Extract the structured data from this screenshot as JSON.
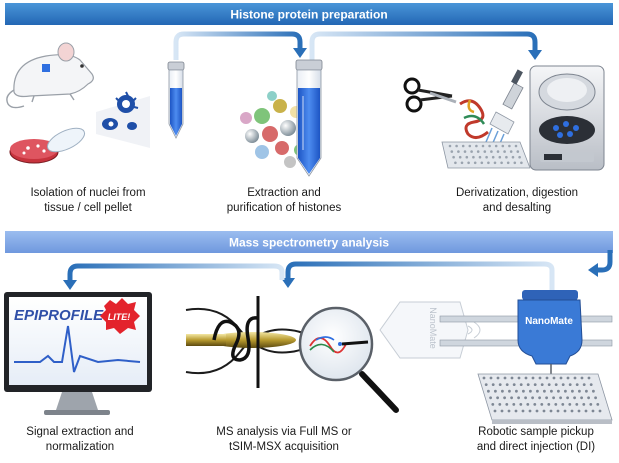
{
  "banners": {
    "histone_prep": "Histone protein preparation",
    "mass_spec": "Mass spectrometry analysis"
  },
  "steps": {
    "isolation": {
      "line1": "Isolation of nuclei from",
      "line2": "tissue / cell pellet"
    },
    "extraction": {
      "line1": "Extraction and",
      "line2": "purification of histones"
    },
    "derivatization": {
      "line1": "Derivatization, digestion",
      "line2": "and desalting"
    },
    "signal": {
      "line1": "Signal extraction and",
      "line2": "normalization"
    },
    "ms_analysis": {
      "line1": "MS analysis via Full MS or",
      "line2": "tSIM-MSX acquisition"
    },
    "robotic": {
      "line1": "Robotic sample pickup",
      "line2": "and direct injection (DI)"
    }
  },
  "labels": {
    "software_name": "EPIPROFILE",
    "software_badge": "LITE!",
    "nanomate_main": "NanoMate",
    "nanomate_ghost": "NanoMate"
  },
  "colors": {
    "banner_top": "#2e7fc7",
    "banner_bottom": "#7fa9e6",
    "arrow": "#2a6fb8",
    "tube_liquid": "#2f6fe0",
    "nanomate_blue": "#3a7ad6"
  }
}
